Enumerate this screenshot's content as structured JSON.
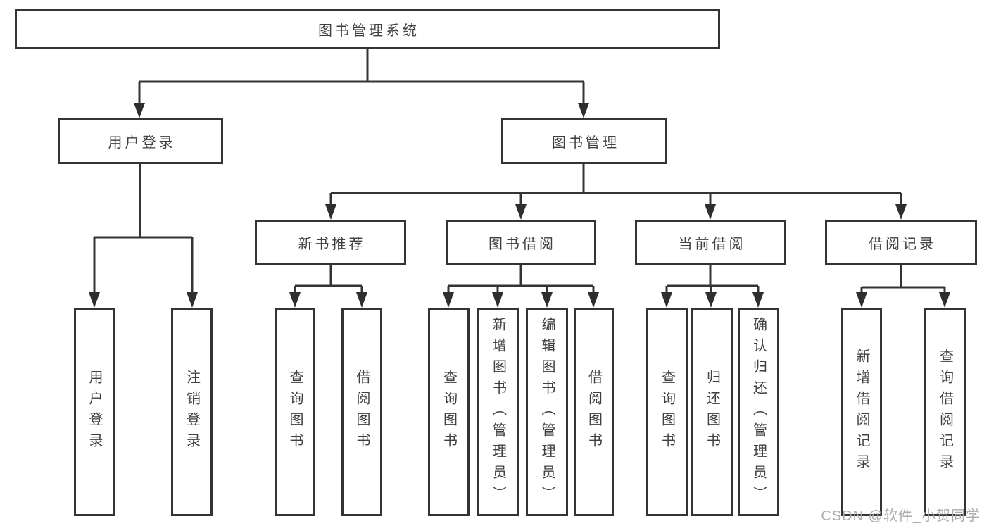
{
  "tree": {
    "label": "图书管理系统",
    "children": [
      {
        "label": "用户登录",
        "children": [
          {
            "label": "用户登录"
          },
          {
            "label": "注销登录"
          }
        ]
      },
      {
        "label": "图书管理",
        "children": [
          {
            "label": "新书推荐",
            "children": [
              {
                "label": "查询图书"
              },
              {
                "label": "借阅图书"
              }
            ]
          },
          {
            "label": "图书借阅",
            "children": [
              {
                "label": "查询图书"
              },
              {
                "label": "新增图书（管理员）"
              },
              {
                "label": "编辑图书（管理员）"
              },
              {
                "label": "借阅图书"
              }
            ]
          },
          {
            "label": "当前借阅",
            "children": [
              {
                "label": "查询图书"
              },
              {
                "label": "归还图书"
              },
              {
                "label": "确认归还（管理员）"
              }
            ]
          },
          {
            "label": "借阅记录",
            "children": [
              {
                "label": "新增借阅记录"
              },
              {
                "label": "查询借阅记录"
              }
            ]
          }
        ]
      }
    ]
  },
  "watermark": {
    "text": "CSDN @软件_小贺同学"
  },
  "colors": {
    "line": "#343434",
    "arrow": "#2e2e2e",
    "text": "#404040",
    "box_fill": "#ffffff",
    "watermark": "#ababab"
  }
}
